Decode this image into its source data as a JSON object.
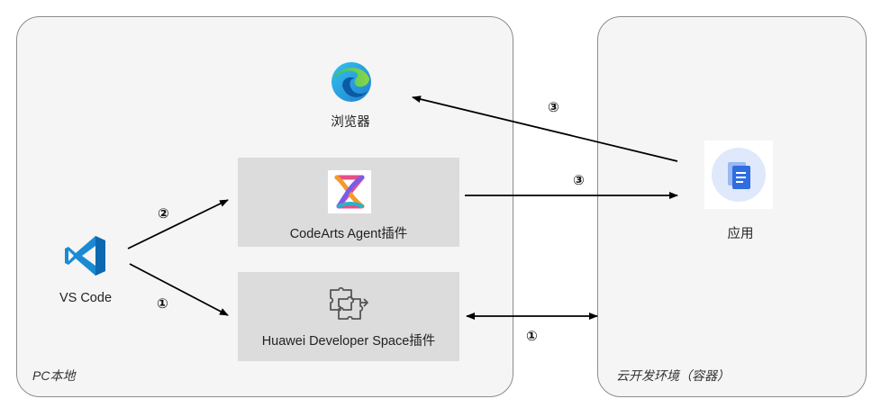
{
  "regions": {
    "pc": "PC本地",
    "cloud": "云开发环境（容器）"
  },
  "nodes": {
    "browser": "浏览器",
    "vscode": "VS Code",
    "codearts_agent": "CodeArts Agent插件",
    "huawei_dev_space": "Huawei Developer Space插件",
    "app": "应用"
  },
  "steps": {
    "app_to_browser": "③",
    "agent_to_app": "③",
    "vscode_to_agent": "②",
    "vscode_to_hds": "①",
    "hds_to_cloud": "①"
  },
  "icons": {
    "browser": "edge-browser-icon",
    "vscode": "vscode-icon",
    "agent": "codearts-agent-icon",
    "hds": "puzzle-plugin-icon",
    "app": "document-app-icon"
  }
}
